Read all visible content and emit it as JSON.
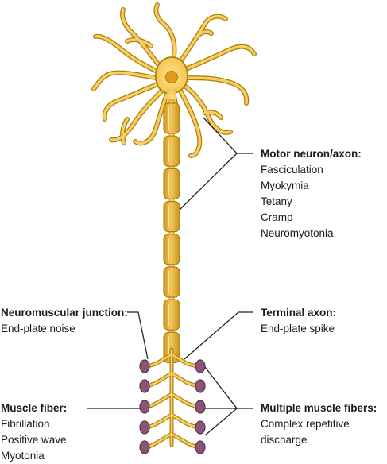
{
  "labels": {
    "motor": {
      "title": "Motor neuron/axon:",
      "items": [
        "Fasciculation",
        "Myokymia",
        "Tetany",
        "Cramp",
        "Neuromyotonia"
      ]
    },
    "nmj": {
      "title": "Neuromuscular junction:",
      "items": [
        "End-plate noise"
      ]
    },
    "terminal": {
      "title": "Terminal axon:",
      "items": [
        "End-plate spike"
      ]
    },
    "fiber": {
      "title": "Muscle fiber:",
      "items": [
        "Fibrillation",
        "Positive wave",
        "Myotonia"
      ]
    },
    "multiple": {
      "title": "Multiple muscle fibers:",
      "items": [
        "Complex repetitive",
        "discharge"
      ]
    }
  },
  "colors": {
    "neuron_fill": "#f7cf5e",
    "neuron_outline": "#b07f12",
    "myelin_fill": "#e6b540",
    "nucleus": "#e39a1f",
    "muscle_fiber": "#8a5478",
    "leader_line": "#222222"
  }
}
